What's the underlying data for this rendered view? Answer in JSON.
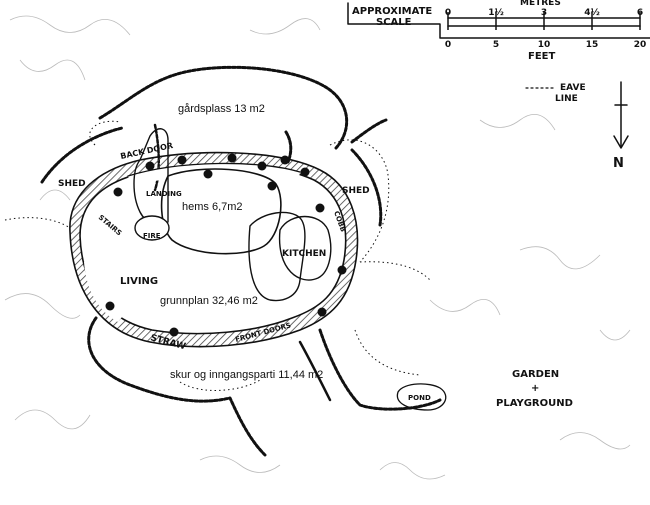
{
  "scale": {
    "title_line1": "APPROXIMATE",
    "title_line2": "SCALE",
    "metres_label": "METRES",
    "feet_label": "FEET",
    "metres_ticks": [
      "0",
      "1½",
      "3",
      "4½",
      "6"
    ],
    "feet_ticks": [
      "0",
      "5",
      "10",
      "15",
      "20"
    ]
  },
  "north": {
    "label": "N"
  },
  "eave_line": {
    "line1": "EAVE",
    "line2": "LINE"
  },
  "areas": {
    "yard": "gårdsplass 13 m2",
    "loft": "hems 6,7m2",
    "ground": "grunnplan 32,46 m2",
    "shed_entry": "skur og inngangsparti 11,44 m2"
  },
  "rooms": {
    "back_door": "BACK DOOR",
    "shed_left": "SHED",
    "shed_right": "SHED",
    "landing": "LANDING",
    "stairs": "STAIRS",
    "fire": "FIRE",
    "living": "LIVING",
    "kitchen": "KITCHEN",
    "cobb": "COBB",
    "straw": "STRAW",
    "front_doors": "FRONT DOORS",
    "garden": "GARDEN",
    "plus": "+",
    "playground": "PLAYGROUND",
    "pond": "POND"
  },
  "colors": {
    "ink": "#111111",
    "paper": "#ffffff",
    "hatch": "#555555"
  }
}
